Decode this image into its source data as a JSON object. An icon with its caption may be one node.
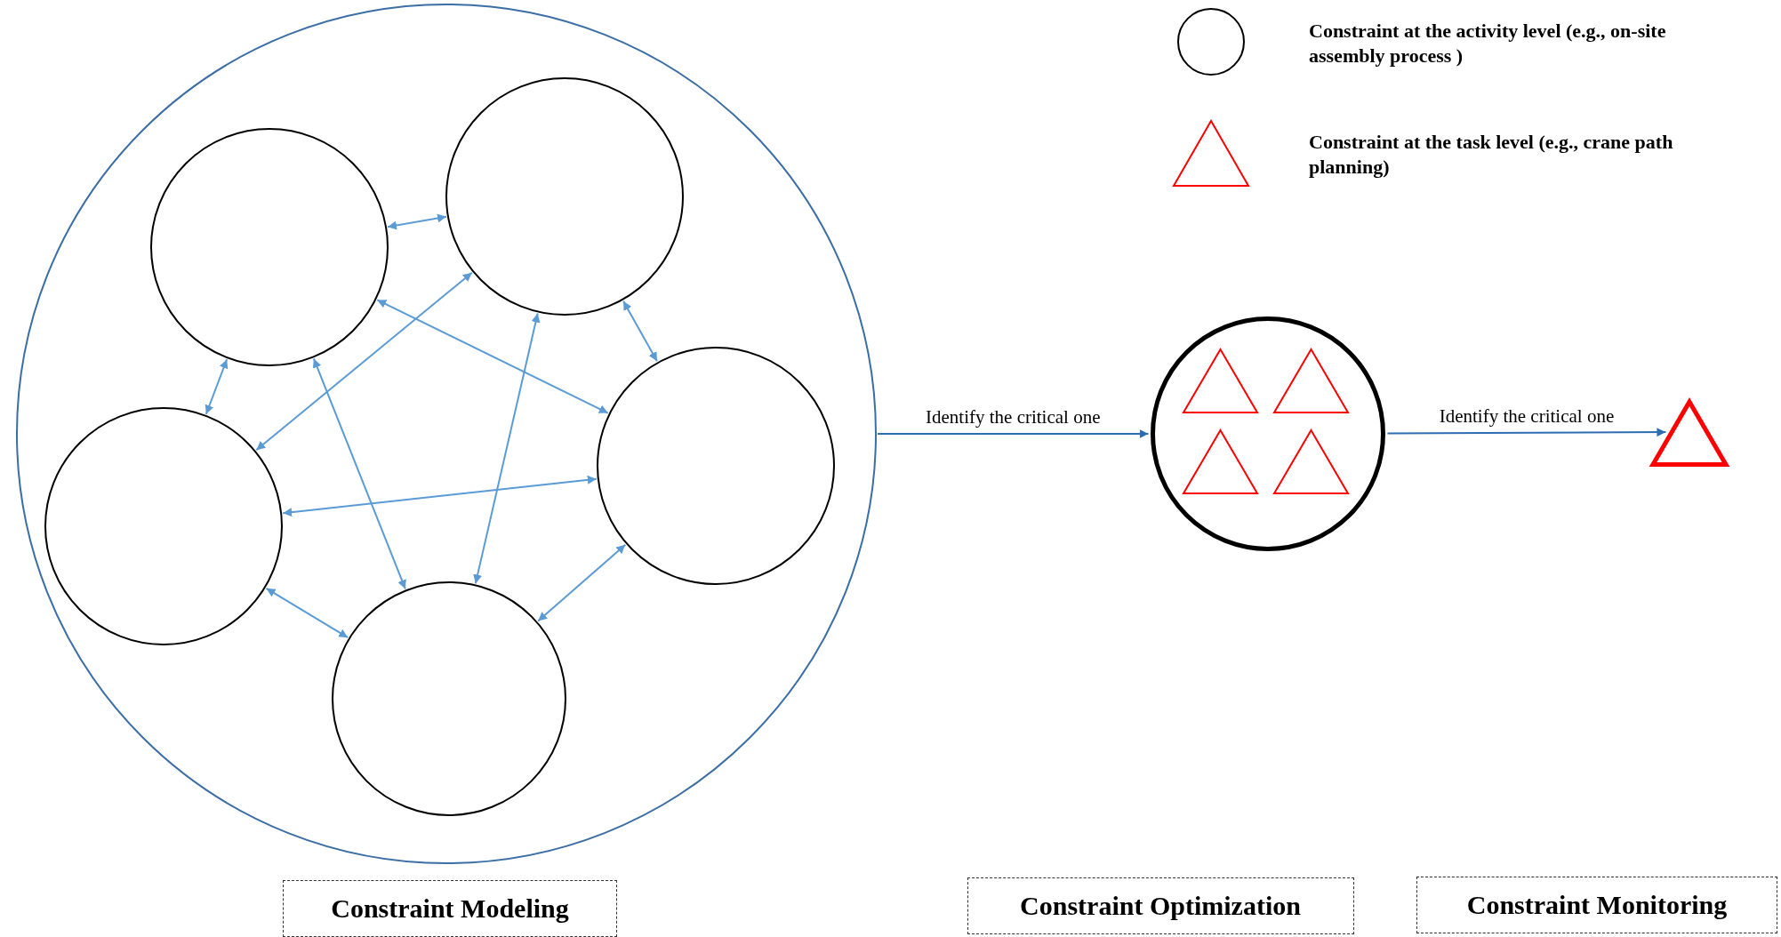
{
  "diagram": {
    "nodes": [
      {
        "text": [],
        "shape": "circle"
      },
      {
        "text": [],
        "shape": "circle",
        "in": 0
      },
      {
        "text": [],
        "shape": "circle",
        "in": 0
      },
      {
        "text": [],
        "shape": "circle",
        "in": 0
      },
      {
        "text": [],
        "shape": "circle",
        "in": 0
      },
      {
        "text": [],
        "shape": "circle",
        "in": 0
      },
      {
        "text": [],
        "shape": "circle"
      },
      {
        "text": [],
        "shape": "triangle",
        "in": 6
      },
      {
        "text": [],
        "shape": "triangle",
        "in": 6
      },
      {
        "text": [],
        "shape": "triangle",
        "in": 6
      },
      {
        "text": [],
        "shape": "triangle",
        "in": 6
      },
      {
        "text": [],
        "shape": "triangle"
      },
      {
        "text": [
          "Constraint Modeling"
        ]
      },
      {
        "text": [
          "Constraint Optimization"
        ]
      },
      {
        "text": [
          "Constraint Monitoring"
        ]
      }
    ],
    "edges": [
      {
        "from": 1,
        "to": 2,
        "arrow": "both"
      },
      {
        "from": 1,
        "to": 3,
        "arrow": "both"
      },
      {
        "from": 1,
        "to": 4,
        "arrow": "both"
      },
      {
        "from": 1,
        "to": 5,
        "arrow": "both"
      },
      {
        "from": 2,
        "to": 3,
        "arrow": "both"
      },
      {
        "from": 2,
        "to": 4,
        "arrow": "both"
      },
      {
        "from": 2,
        "to": 5,
        "arrow": "both"
      },
      {
        "from": 3,
        "to": 4,
        "arrow": "both"
      },
      {
        "from": 3,
        "to": 5,
        "arrow": "both"
      },
      {
        "from": 5,
        "to": 4,
        "arrow": "both"
      },
      {
        "from": 0,
        "to": 6,
        "arrow": "to",
        "label": "Identify the critical one",
        "color": "#2e6db4"
      },
      {
        "from": 6,
        "to": 11,
        "arrow": "to",
        "label": "Identify the critical one",
        "color": "#2e6db4"
      }
    ],
    "legend": [
      {
        "text": "Constraint at the activity level (e.g., on-site assembly process )"
      },
      {
        "text": "Constraint at the task level (e.g., crane path planning)"
      }
    ]
  }
}
